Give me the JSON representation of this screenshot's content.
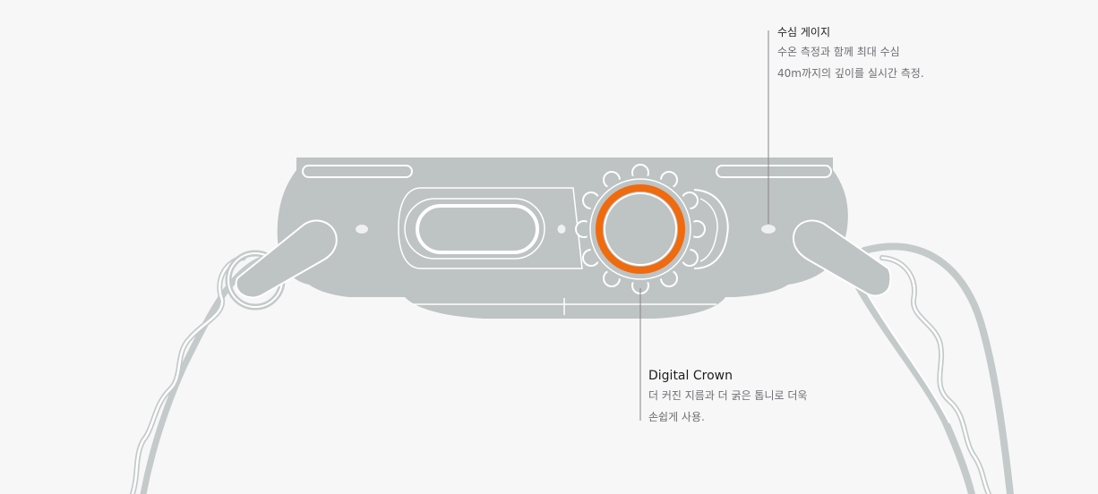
{
  "colors": {
    "background": "#f7f7f7",
    "watch_body": "#bec3c3",
    "outline": "#ffffff",
    "band": "#c4caca",
    "crown_accent": "#f06a0e",
    "leader_line": "#86868b",
    "title_text": "#1d1d1f",
    "body_text": "#6e6e73"
  },
  "callouts": {
    "depth_gauge": {
      "title": "수심 게이지",
      "line1": "수온 측정과 함께 최대 수심",
      "line2": "40m까지의 깊이를 실시간 측정."
    },
    "digital_crown": {
      "title": "Digital Crown",
      "line1": "더 커진 지름과 더 굵은 톱니로 더욱",
      "line2": "손쉽게 사용."
    }
  }
}
